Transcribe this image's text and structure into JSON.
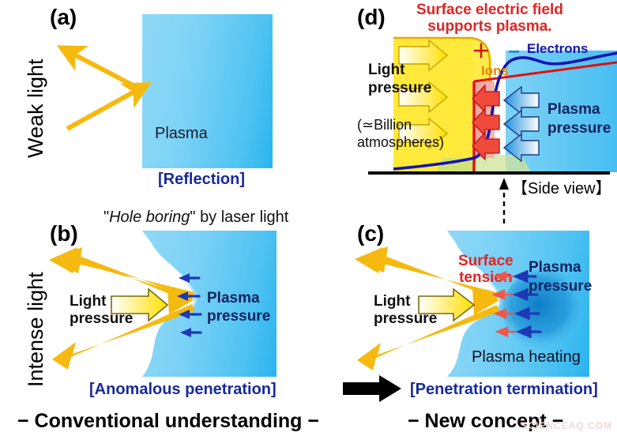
{
  "figure": {
    "side_labels": [
      {
        "id": "weak-light",
        "text": "Weak light"
      },
      {
        "id": "intense-light",
        "text": "Intense light"
      }
    ],
    "bottom_captions": [
      {
        "id": "conventional",
        "text": "− Conventional understanding −"
      },
      {
        "id": "new-concept",
        "text": "− New concept −"
      }
    ],
    "watermark": "SCIENCEAQ.COM"
  },
  "panel_a": {
    "letter": "(a)",
    "plasma_label": "Plasma",
    "caption": "[Reflection]"
  },
  "panel_b": {
    "letter": "(b)",
    "title_pre": "\"",
    "title_italic": "Hole boring",
    "title_post": "\" by laser light",
    "light_pressure_line1": "Light",
    "light_pressure_line2": "pressure",
    "plasma_pressure_line1": "Plasma",
    "plasma_pressure_line2": "pressure",
    "caption": "[Anomalous penetration]"
  },
  "panel_c": {
    "letter": "(c)",
    "surface_tension_line1": "Surface",
    "surface_tension_line2": "tension",
    "plasma_pressure_line1": "Plasma",
    "plasma_pressure_line2": "pressure",
    "light_pressure_line1": "Light",
    "light_pressure_line2": "pressure",
    "plasma_heating": "Plasma heating",
    "caption": "[Penetration termination]"
  },
  "panel_d": {
    "letter": "(d)",
    "title_line1": "Surface electric field",
    "title_line2": "supports plasma.",
    "light_pressure_line1": "Light",
    "light_pressure_line2": "pressure",
    "magnitude_line1": "(≃Billion",
    "magnitude_line2": "atmospheres)",
    "ions_label": "Ions",
    "electrons_label": "Electrons",
    "plus_sign": "＋",
    "minus_sign": "−",
    "plasma_pressure_line1": "Plasma",
    "plasma_pressure_line2": "pressure",
    "side_view": "【Side view】"
  },
  "colors": {
    "plasma_blue": "#5cc6f2",
    "light_yellow": "#ffe000",
    "caption_blue": "#17299c",
    "red": "#e02424",
    "electron_blue": "#1414b4",
    "ion_orange": "#e08a00",
    "arrow_gold": "#f5b90f"
  }
}
